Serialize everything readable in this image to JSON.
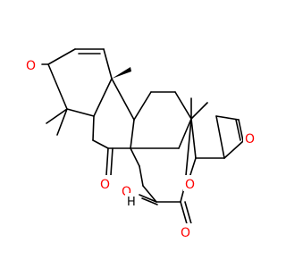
{
  "structure": {
    "atoms": {
      "o_ketone_a": "O",
      "o_ketone_c": "O",
      "o_epoxide": "O",
      "o_lactone_ring": "O",
      "o_lactone_carbonyl": "O",
      "o_furan": "O",
      "h_alpha": "H"
    }
  },
  "colors": {
    "bond": "#000000",
    "oxygen": "#ff0000"
  }
}
